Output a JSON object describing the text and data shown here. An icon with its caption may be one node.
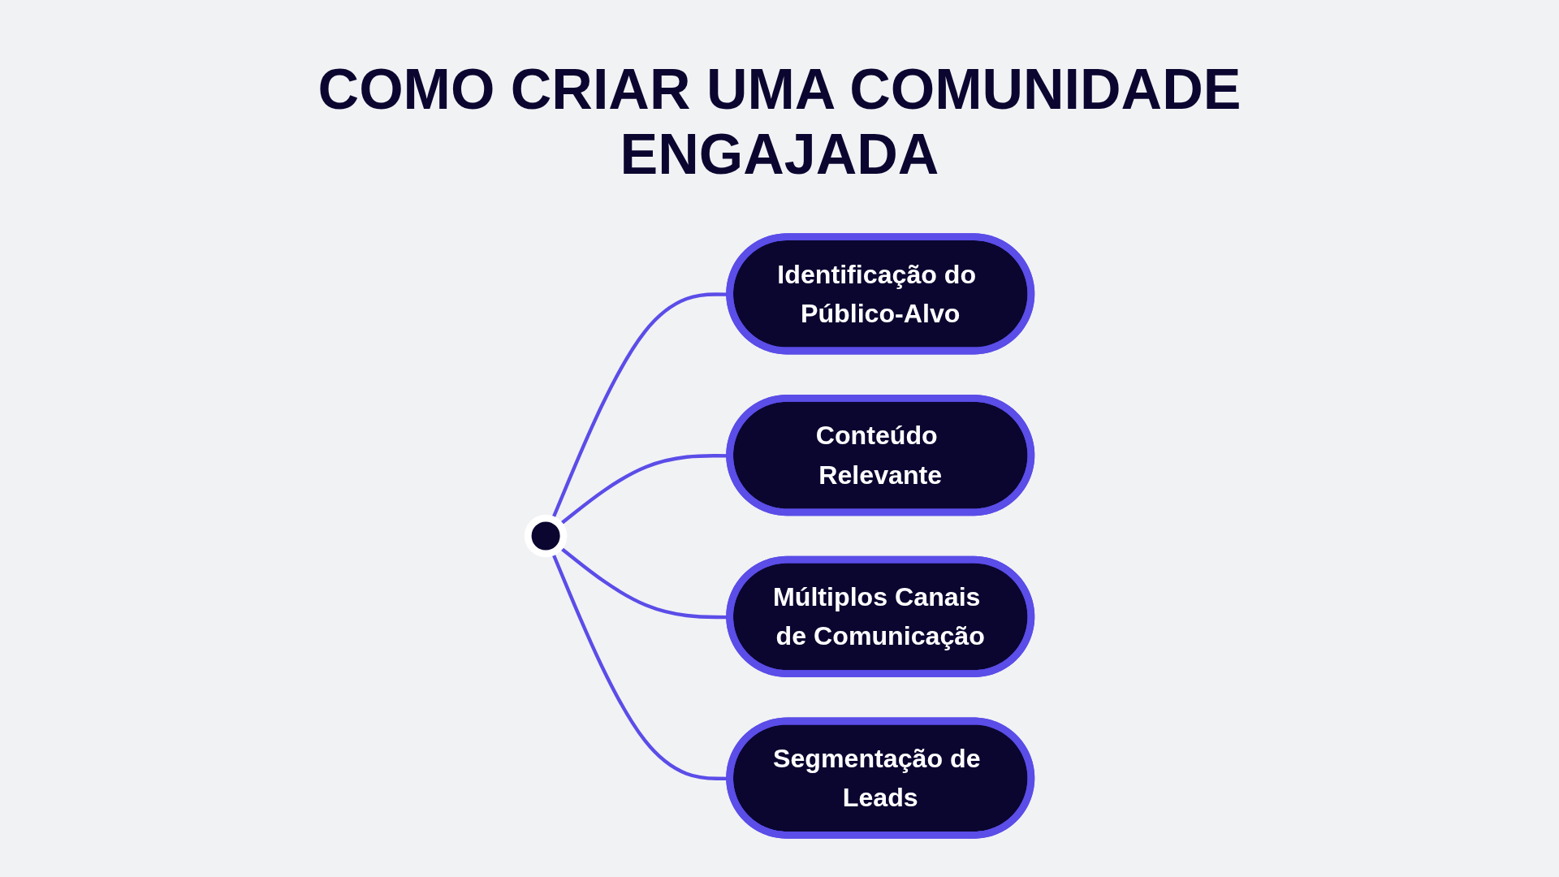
{
  "diagram": {
    "title": "COMO CRIAR UMA COMUNIDADE ENGAJADA",
    "nodes": [
      {
        "text": [],
        "shape": "circle"
      },
      {
        "text": [
          "Identificação do Público-Alvo"
        ]
      },
      {
        "text": [
          "Conteúdo Relevante"
        ]
      },
      {
        "text": [
          "Múltiplos Canais de Comunicação"
        ]
      },
      {
        "text": [
          "Segmentação de Leads"
        ]
      }
    ],
    "edges": [
      {
        "from": 0,
        "to": 1,
        "arrow": "none"
      },
      {
        "from": 0,
        "to": 2,
        "arrow": "none"
      },
      {
        "from": 0,
        "to": 3,
        "arrow": "none"
      },
      {
        "from": 0,
        "to": 4,
        "arrow": "none"
      }
    ]
  }
}
